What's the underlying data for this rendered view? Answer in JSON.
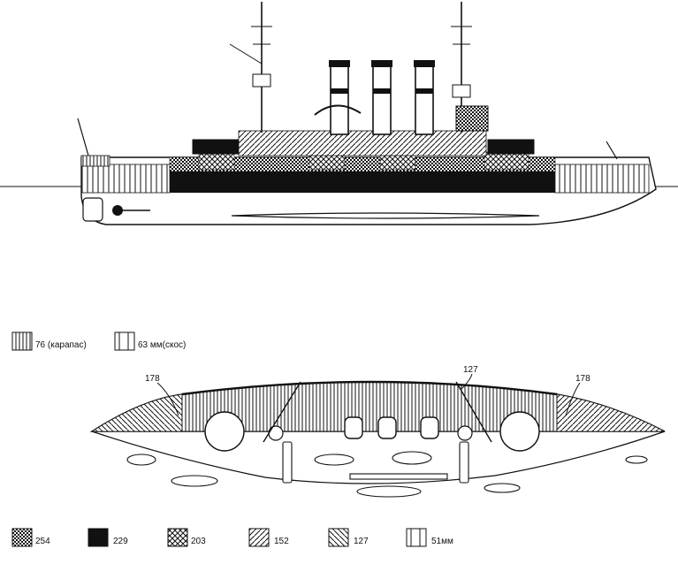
{
  "profile_legend": [
    {
      "id": "carapace",
      "label": "76 (карапас)"
    },
    {
      "id": "slope",
      "label": "63 мм(скос)"
    }
  ],
  "plan_labels": {
    "left_178": "178",
    "mid_127": "127",
    "right_178": "178"
  },
  "bottom_legend": [
    {
      "id": "a254",
      "label": "254"
    },
    {
      "id": "a229",
      "label": "229"
    },
    {
      "id": "a203",
      "label": "203"
    },
    {
      "id": "a152",
      "label": "152"
    },
    {
      "id": "a127",
      "label": "127"
    },
    {
      "id": "a51",
      "label": "51мм"
    }
  ],
  "colors": {
    "ink": "#111111",
    "paper": "#ffffff"
  }
}
